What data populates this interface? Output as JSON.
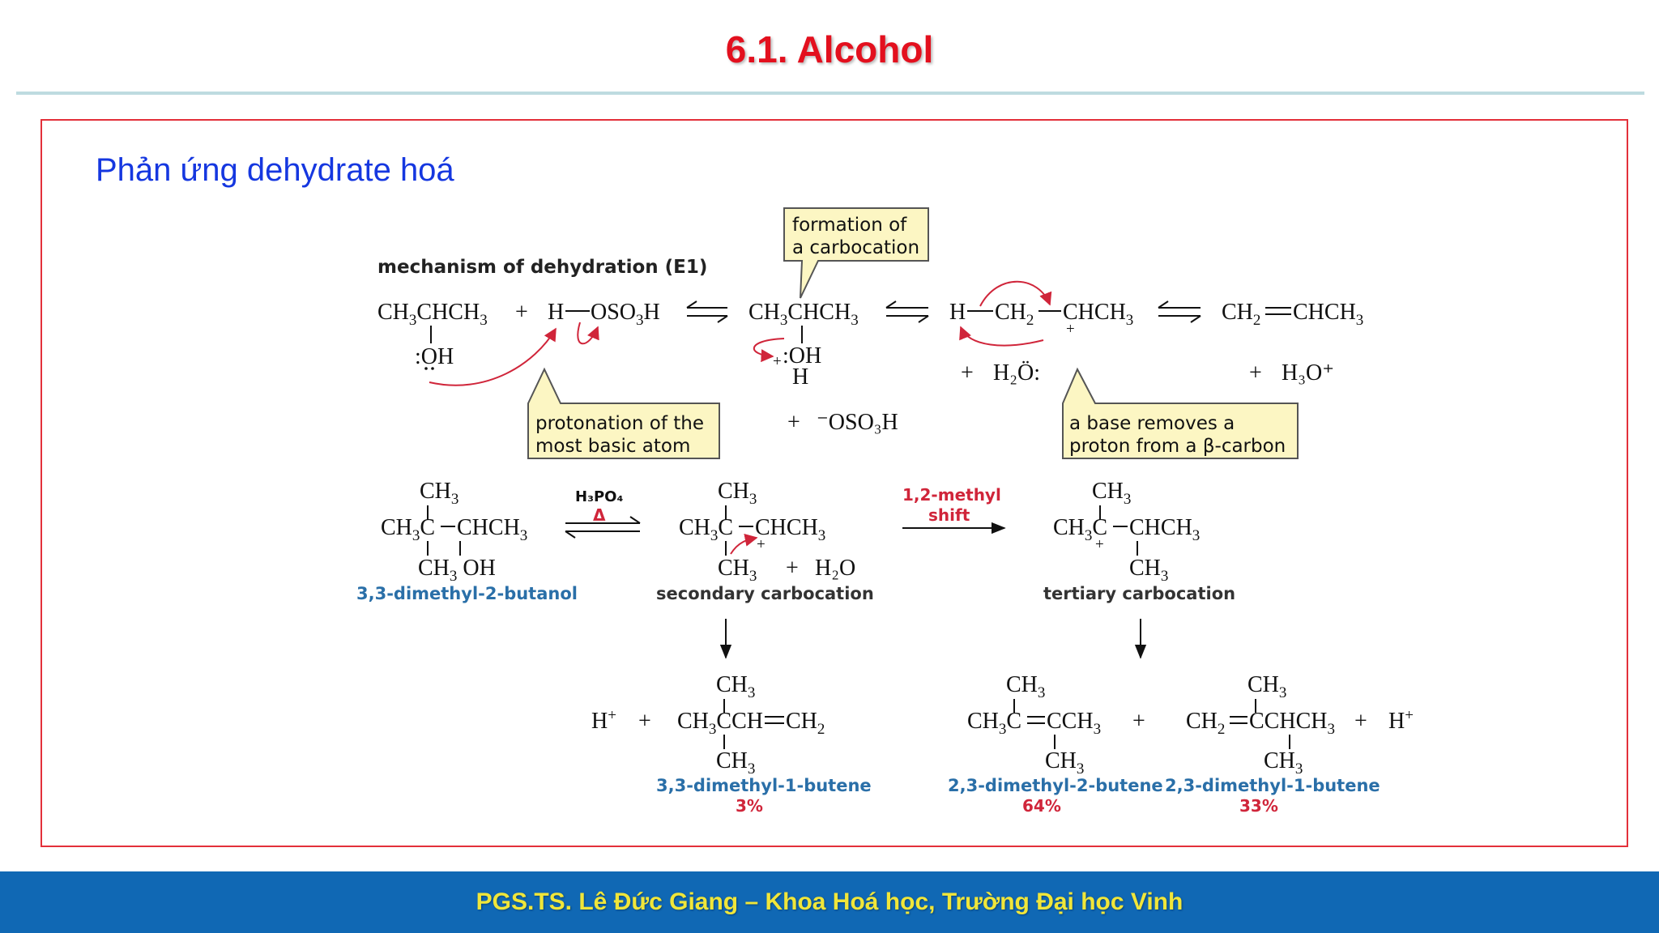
{
  "slide": {
    "title": "6.1. Alcohol",
    "subtitle": "Phản ứng dehydrate hoá",
    "footer": "PGS.TS. Lê Đức Giang – Khoa Hoá học, Trường Đại học Vinh"
  },
  "mechanism": {
    "heading": "mechanism of dehydration (E1)",
    "callouts": {
      "carbocation": [
        "formation of",
        "a carbocation"
      ],
      "protonation": [
        "protonation of the",
        "most basic atom"
      ],
      "base": [
        "a base removes a",
        "proton from a β-carbon"
      ]
    },
    "water_reagent": "H₂Ö:",
    "bisulfate": "⁻OSO₃H",
    "hydronium": "H₃O⁺"
  },
  "rearrangement": {
    "catalyst": "H₃PO₄",
    "heat": "Δ",
    "shift_label": [
      "1,2-methyl",
      "shift"
    ],
    "water_product": "H₂O"
  },
  "compounds": {
    "start": "3,3-dimethyl-2-butanol",
    "secondary": "secondary carbocation",
    "tertiary": "tertiary carbocation",
    "p1": {
      "name": "3,3-dimethyl-1-butene",
      "yield": "3%"
    },
    "p2": {
      "name": "2,3-dimethyl-2-butene",
      "yield": "64%"
    },
    "p3": {
      "name": "2,3-dimethyl-1-butene",
      "yield": "33%"
    }
  },
  "colors": {
    "title": "#e3101e",
    "subtitle": "#1537e0",
    "frame": "#e3303a",
    "footer_bg": "#1068b4",
    "footer_text": "#f0e63a",
    "compound_name": "#2a6fa8",
    "yield": "#d0253a",
    "callout_fill": "#fcf6c3"
  }
}
